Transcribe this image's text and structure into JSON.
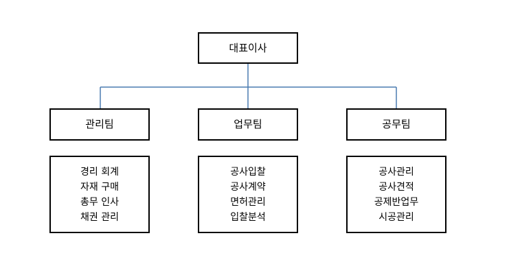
{
  "root": {
    "label": "대표이사"
  },
  "teams": [
    {
      "label": "관리팀",
      "duties": [
        "경리 회계",
        "자재 구매",
        "총무 인사",
        "채권 관리"
      ]
    },
    {
      "label": "업무팀",
      "duties": [
        "공사입찰",
        "공사계약",
        "면허관리",
        "입찰분석"
      ]
    },
    {
      "label": "공무팀",
      "duties": [
        "공사관리",
        "공사견적",
        "공제반업무",
        "시공관리"
      ]
    }
  ],
  "colors": {
    "connector": "#4a7bb0",
    "border": "#000000"
  }
}
